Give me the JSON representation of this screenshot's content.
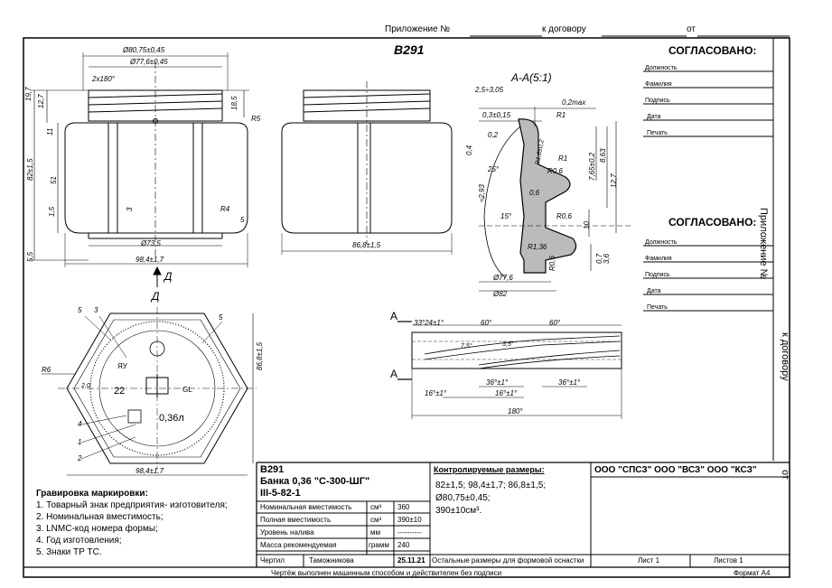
{
  "header": {
    "appendix_label": "Приложение №",
    "contract_label": "к договору",
    "from_label": "от"
  },
  "drawing_code": "В291",
  "approval": {
    "title": "СОГЛАСОВАНО:",
    "fields": [
      "Должность",
      "Фамилия",
      "Подпись",
      "Дата",
      "Печать"
    ]
  },
  "side_label": {
    "appendix": "Приложение №",
    "contract": "к договору",
    "from": "от"
  },
  "front_view": {
    "dims_top": [
      "Ø80,75±0,45",
      "Ø77,6±0,45"
    ],
    "angle_note": "2х180°",
    "left_dims": [
      "19,7",
      "12,7",
      "11",
      "82±1,5",
      "51",
      "1,5",
      "5,5"
    ],
    "inner_dims": [
      "3"
    ],
    "right_dims": [
      "18,5",
      "R5",
      "R4",
      "5"
    ],
    "bottom_dims": [
      "Ø73,5",
      "98,4±1,7"
    ]
  },
  "side_view": {
    "bottom_dim": "86,8±1,5"
  },
  "section": {
    "title": "А-А(5:1)",
    "labels": [
      "2,5÷3,05",
      "0,3±0,15",
      "0,2max",
      "R1",
      "0,2",
      "R1,8±0,2",
      "R1",
      "R0,6",
      "0,4",
      "25°",
      "≈2,93",
      "0,6",
      "15°",
      "R0,6",
      "R1,36",
      "Ø77,6",
      "Ø82",
      "R0,6",
      "7,65±0,2",
      "8,63",
      "12,7",
      "10",
      "0,7",
      "3,6"
    ]
  },
  "view_d": {
    "arrow_label": "Д",
    "title": "Д",
    "marks": [
      "5",
      "3",
      "R6",
      "2,0",
      "4",
      "1",
      "2",
      "5"
    ],
    "center_number": "22",
    "volume_mark": "0,36л",
    "right_dim": "86,8±1,5",
    "bottom_dim": "98,4±1,7",
    "letters": [
      "ЯУ",
      "GL"
    ]
  },
  "thread": {
    "section_letter": "А",
    "angles": [
      "33°24±1°",
      "60°",
      "60°"
    ],
    "slopes": [
      "7,5°",
      "3,5°"
    ],
    "dims": [
      "36°±1°",
      "36°±1°",
      "16°±1°",
      "16°±1°"
    ],
    "total": "180°"
  },
  "engraving": {
    "title": "Гравировка маркировки:",
    "items": [
      "1. Товарный знак предприятия- изготовителя;",
      "2. Номинальная вместимость;",
      "3. LNMC-код номера формы;",
      "4. Год изготовления;",
      "5. Знаки ТР ТС."
    ]
  },
  "title_block": {
    "code": "В291",
    "name": "Банка 0,36  \"С-300-ШГ\"",
    "standard": "III-5-82-1",
    "rows": [
      {
        "label": "Номинальная вместимость",
        "unit": "см³",
        "value": "360"
      },
      {
        "label": "Полная вместимость",
        "unit": "см³",
        "value": "390±10"
      },
      {
        "label": "Уровень налива",
        "unit": "мм",
        "value": "----------"
      },
      {
        "label": "Масса рекомендуемая",
        "unit": "грамм",
        "value": "240"
      }
    ],
    "drawn_label": "Чертил",
    "drawn_name": "Таможникова",
    "date": "25.11.21",
    "control_title": "Контролируемые размеры:",
    "control_lines": [
      "82±1,5; 98,4±1,7; 86,8±1,5;",
      "Ø80,75±0,45;",
      "390±10см³."
    ],
    "other_dims": "Остальные размеры  для формовой оснастки",
    "companies": "ООО \"СПСЗ\"   ООО \"ВСЗ\"   ООО \"КСЗ\"",
    "sheet": "Лист 1",
    "sheets": "Листов 1"
  },
  "footer": {
    "note": "Чертёж выполнен машинным способом и действителен без подписи",
    "format": "Формат А4"
  }
}
